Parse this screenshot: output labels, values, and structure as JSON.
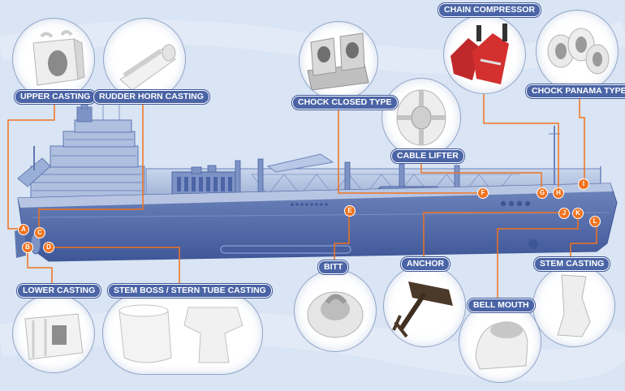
{
  "components": {
    "upper_casting": "UPPER CASTING",
    "rudder_horn_casting": "RUDDER HORN CASTING",
    "chock_closed_type": "CHOCK CLOSED TYPE",
    "chain_compressor": "CHAIN COMPRESSOR",
    "chock_panama_type": "CHOCK PANAMA TYPE",
    "cable_lifter": "CABLE LIFTER",
    "lower_casting": "LOWER CASTING",
    "stem_boss_stern_tube_casting": "STEM BOSS / STERN TUBE CASTING",
    "bitt": "BITT",
    "anchor": "ANCHOR",
    "bell_mouth": "BELL MOUTH",
    "stem_casting": "STEM CASTING"
  },
  "markers": {
    "a": "A",
    "b": "B",
    "c": "C",
    "d": "D",
    "e": "E",
    "f": "F",
    "g": "G",
    "h": "H",
    "i": "I",
    "j": "J",
    "k": "K",
    "l": "L"
  },
  "colors": {
    "background": "#d9e4f4",
    "hull": "#4a64a6",
    "label_bg": "#4a64a6",
    "leader_line": "#f0731f",
    "marker": "#f0731f"
  }
}
